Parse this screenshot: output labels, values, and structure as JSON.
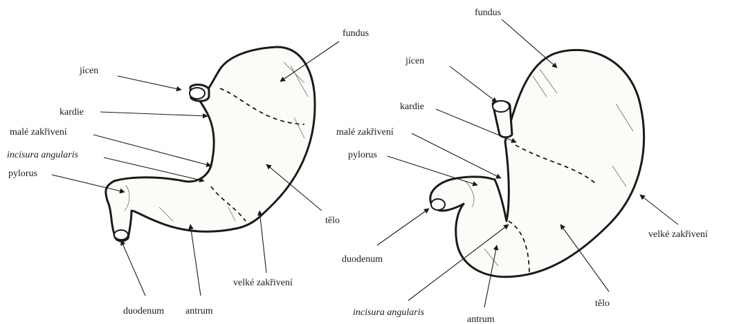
{
  "colors": {
    "ink": "#1a1a1a",
    "paper": "#ffffff",
    "organ_fill": "#fbfbf7"
  },
  "left_figure": {
    "labels": {
      "fundus": "fundus",
      "jicen": "jícen",
      "kardie": "kardie",
      "male_zakriveni": "malé zakřivení",
      "incisura_angularis": "incisura angularis",
      "pylorus": "pylorus",
      "telo": "tělo",
      "velke_zakriveni": "velké zakřivení",
      "duodenum": "duodenum",
      "antrum": "antrum"
    }
  },
  "right_figure": {
    "labels": {
      "fundus": "fundus",
      "jicen": "jícen",
      "kardie": "kardie",
      "male_zakriveni": "malé zakřivení",
      "pylorus": "pylorus",
      "duodenum": "duodenum",
      "velke_zakriveni": "velké zakřivení",
      "telo": "tělo",
      "incisura_angularis": "incisura angularis",
      "antrum": "antrum"
    }
  }
}
